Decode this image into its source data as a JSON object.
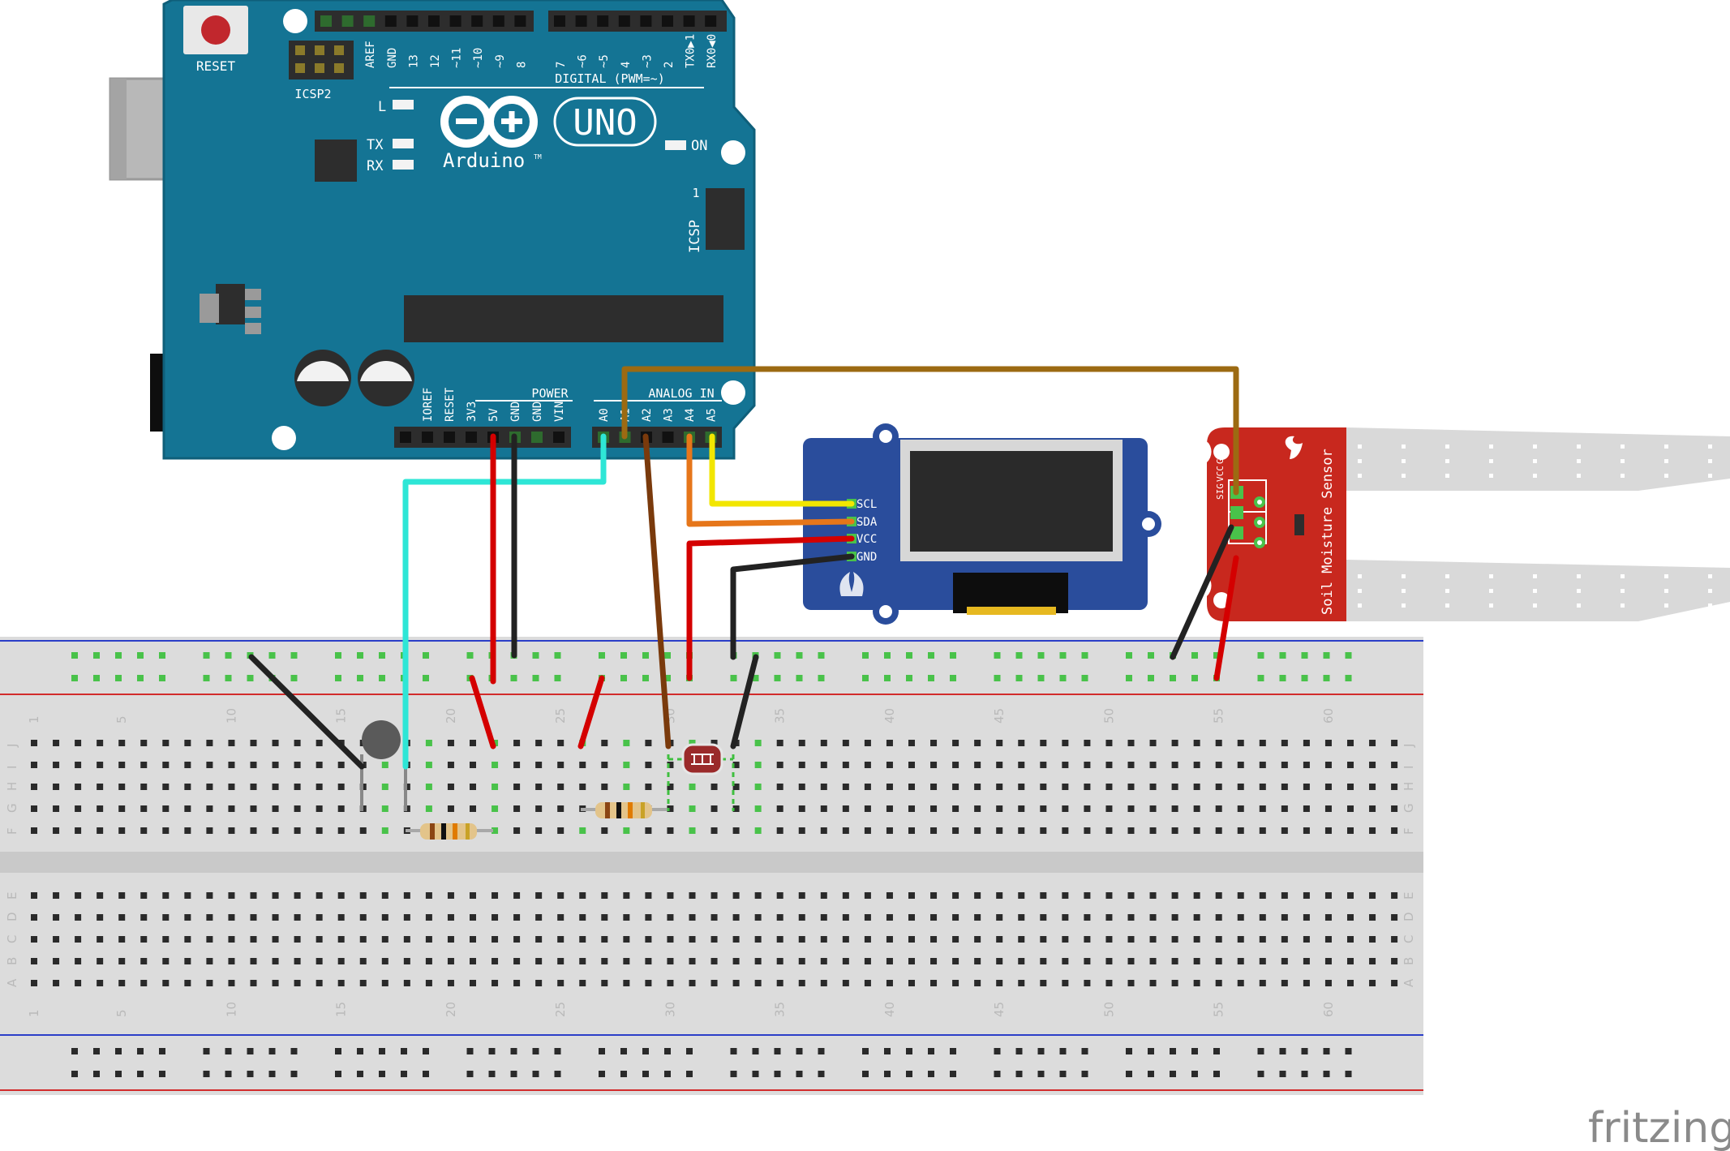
{
  "colors": {
    "arduino": "#147494",
    "arduino_edge": "#0f5f7a",
    "breadboard": "#dcdcdc",
    "rail_red": "#d22b2b",
    "rail_blue": "#2b3fc8",
    "oled": "#2a4d9c",
    "sensor": "#c8281e",
    "wire_black": "#222222",
    "wire_red": "#d40000",
    "wire_cyan": "#2ee6d6",
    "wire_yellow": "#f2e600",
    "wire_orange": "#e6761a",
    "wire_brown": "#7a3a0c",
    "wire_gold": "#9c6a12"
  },
  "arduino": {
    "reset_label": "RESET",
    "icsp2_label": "ICSP2",
    "digital_label": "DIGITAL (PWM=~)",
    "digital_pins": [
      "AREF",
      "GND",
      "13",
      "12",
      "~11",
      "~10",
      "~9",
      "8",
      "7",
      "~6",
      "~5",
      "4",
      "~3",
      "2",
      "TX0▶1",
      "RX0◀0"
    ],
    "l_label": "L",
    "tx_label": "TX",
    "rx_label": "RX",
    "on_label": "ON",
    "uno_label": "UNO",
    "brand_label": "Arduino",
    "tm": "TM",
    "icsp_label": "ICSP",
    "icsp_one": "1",
    "power_label": "POWER",
    "analog_label": "ANALOG IN",
    "power_pins": [
      "IOREF",
      "RESET",
      "3V3",
      "5V",
      "GND",
      "GND",
      "VIN"
    ],
    "analog_pins": [
      "A0",
      "A1",
      "A2",
      "A3",
      "A4",
      "A5"
    ]
  },
  "oled": {
    "pins": [
      "SCL",
      "SDA",
      "VCC",
      "GND"
    ]
  },
  "sensor": {
    "title": "Soil Moisture Sensor",
    "pins": [
      "SIG",
      "VCC",
      "GND"
    ]
  },
  "breadboard": {
    "col_numbers": [
      "1",
      "5",
      "10",
      "15",
      "20",
      "25",
      "30",
      "35",
      "40",
      "45",
      "50",
      "55",
      "60"
    ],
    "rows_top": [
      "J",
      "I",
      "H",
      "G",
      "F"
    ],
    "rows_bottom": [
      "E",
      "D",
      "C",
      "B",
      "A"
    ]
  },
  "watermark": "fritzing"
}
